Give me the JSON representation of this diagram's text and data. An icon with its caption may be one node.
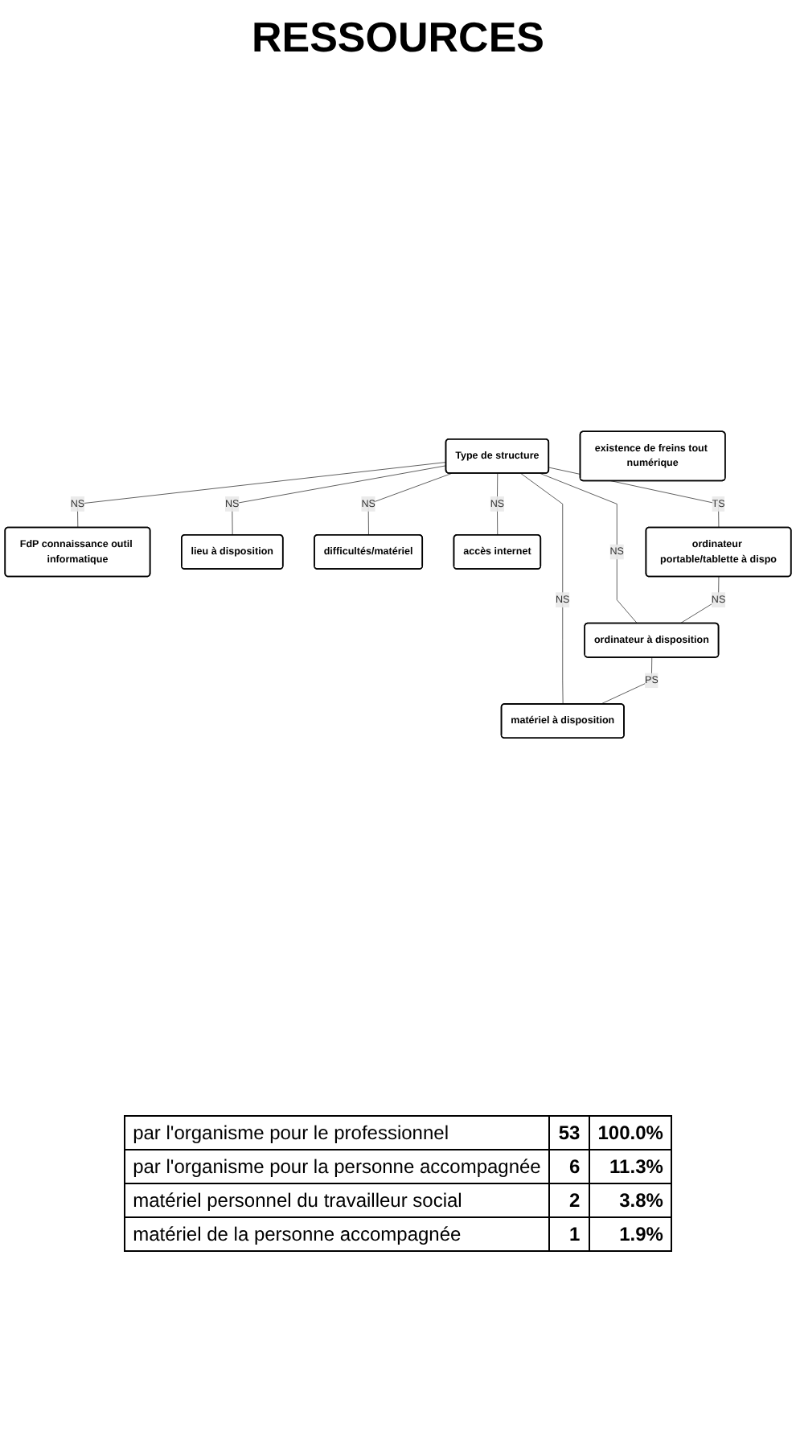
{
  "diagram": {
    "title": "RESSOURCES",
    "nodes": [
      {
        "text": [
          "Type de structure"
        ]
      },
      {
        "text": [
          "FdP connaissance outil informatique"
        ]
      },
      {
        "text": [
          "lieu à disposition"
        ]
      },
      {
        "text": [
          "difficultés/matériel"
        ]
      },
      {
        "text": [
          "existence de freins tout numérique"
        ]
      },
      {
        "text": [
          "matériel à disposition"
        ]
      },
      {
        "text": [
          "accès internet"
        ]
      },
      {
        "text": [
          "ordinateur portable/tablette à dispo"
        ]
      },
      {
        "text": [
          "ordinateur à disposition"
        ]
      }
    ],
    "edges": [
      {
        "from": 0,
        "to": 1,
        "arrow": "none",
        "label": "NS"
      },
      {
        "from": 0,
        "to": 2,
        "arrow": "none",
        "label": "NS"
      },
      {
        "from": 0,
        "to": 3,
        "arrow": "none",
        "label": "NS"
      },
      {
        "from": 0,
        "to": 5,
        "arrow": "none",
        "label": "NS"
      },
      {
        "from": 0,
        "to": 6,
        "arrow": "none",
        "label": "NS"
      },
      {
        "from": 0,
        "to": 7,
        "arrow": "none",
        "label": "TS"
      },
      {
        "from": 0,
        "to": 8,
        "arrow": "none",
        "label": "NS"
      },
      {
        "from": 7,
        "to": 8,
        "arrow": "none",
        "label": "NS"
      },
      {
        "from": 8,
        "to": 5,
        "arrow": "none",
        "label": "PS"
      }
    ],
    "labels": [
      "par l'organisme pour le professionnel",
      "53",
      "100.0%",
      "par l'organisme pour la personne accompagnée",
      "6",
      "11.3%",
      "matériel personnel du travailleur social",
      "2",
      "3.8%",
      "matériel de la personne accompagnée",
      "1",
      "1.9%"
    ]
  }
}
